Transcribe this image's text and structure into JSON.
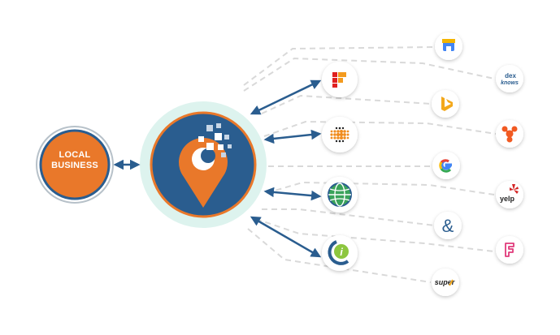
{
  "diagram": {
    "center_label_line1": "LOCAL",
    "center_label_line2": "BUSINESS",
    "colors": {
      "navy": "#2a5d8f",
      "orange": "#e9782a",
      "aqua_glow": "#ddf3ee",
      "ring_gray": "#9aa6b0",
      "arrow": "#2a5d8f",
      "dash": "#d6d6d6"
    },
    "primary_sources": [
      {
        "name": "factual-icon"
      },
      {
        "name": "acxiom-icon"
      },
      {
        "name": "neustar-localeze-icon"
      },
      {
        "name": "infogroup-icon"
      }
    ],
    "secondary_listings": [
      {
        "name": "google-my-business-icon"
      },
      {
        "name": "dexknows-icon",
        "text_top": "dex",
        "text_bottom": "knows"
      },
      {
        "name": "bing-icon"
      },
      {
        "name": "hotfrog-icon"
      },
      {
        "name": "google-icon",
        "text": "G"
      },
      {
        "name": "yelp-icon",
        "text": "yelp"
      },
      {
        "name": "citysearch-icon",
        "text": "&"
      },
      {
        "name": "foursquare-icon"
      },
      {
        "name": "superpages-icon",
        "text": "super"
      }
    ]
  }
}
